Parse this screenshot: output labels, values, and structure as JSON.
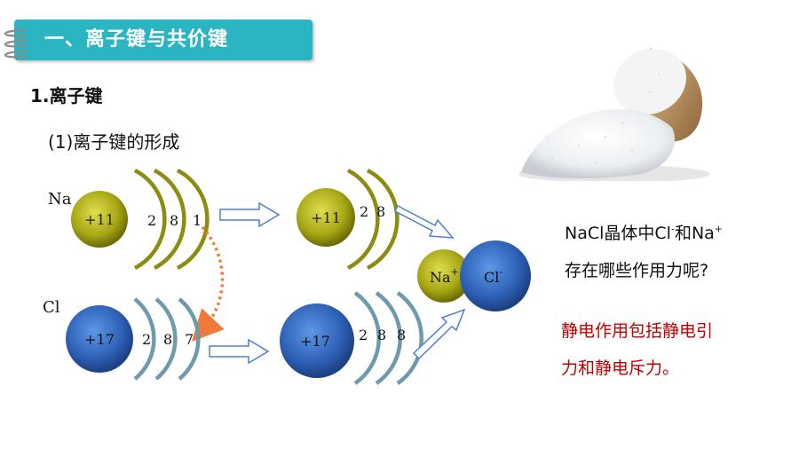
{
  "banner": {
    "title": "一、离子键与共价键"
  },
  "heading": "1.离子键",
  "subheading": "(1)离子键的形成",
  "atoms": {
    "na": {
      "symbol": "Na",
      "charge": "+11",
      "shells": [
        "2",
        "8",
        "1"
      ]
    },
    "cl": {
      "symbol": "Cl",
      "charge": "+17",
      "shells": [
        "2",
        "8",
        "7"
      ]
    },
    "na_ion": {
      "charge": "+11",
      "shells": [
        "2",
        "8"
      ]
    },
    "cl_ion": {
      "charge": "+17",
      "shells": [
        "2",
        "8",
        "8"
      ]
    }
  },
  "product": {
    "cation": {
      "base": "Na",
      "sup": "+"
    },
    "anion": {
      "base": "Cl",
      "sup": "-"
    }
  },
  "question": {
    "line1": {
      "a": "NaCl晶体中Cl",
      "a_sup": "-",
      "b": "和Na",
      "b_sup": "+"
    },
    "line2": "存在哪些作用力呢?"
  },
  "answer": {
    "line1": "静电作用包括静电引",
    "line2": "力和静电斥力。"
  },
  "colors": {
    "banner": "#2bb5c3",
    "na_arc": "#8c8c10",
    "cl_arc": "#6e9aae",
    "na_core": "#b5b520",
    "cl_core": "#3a6fc4",
    "transfer_arrow": "#ef7a3a",
    "answer_text": "#c00000",
    "flow_arrow": "#4f7fcf"
  }
}
